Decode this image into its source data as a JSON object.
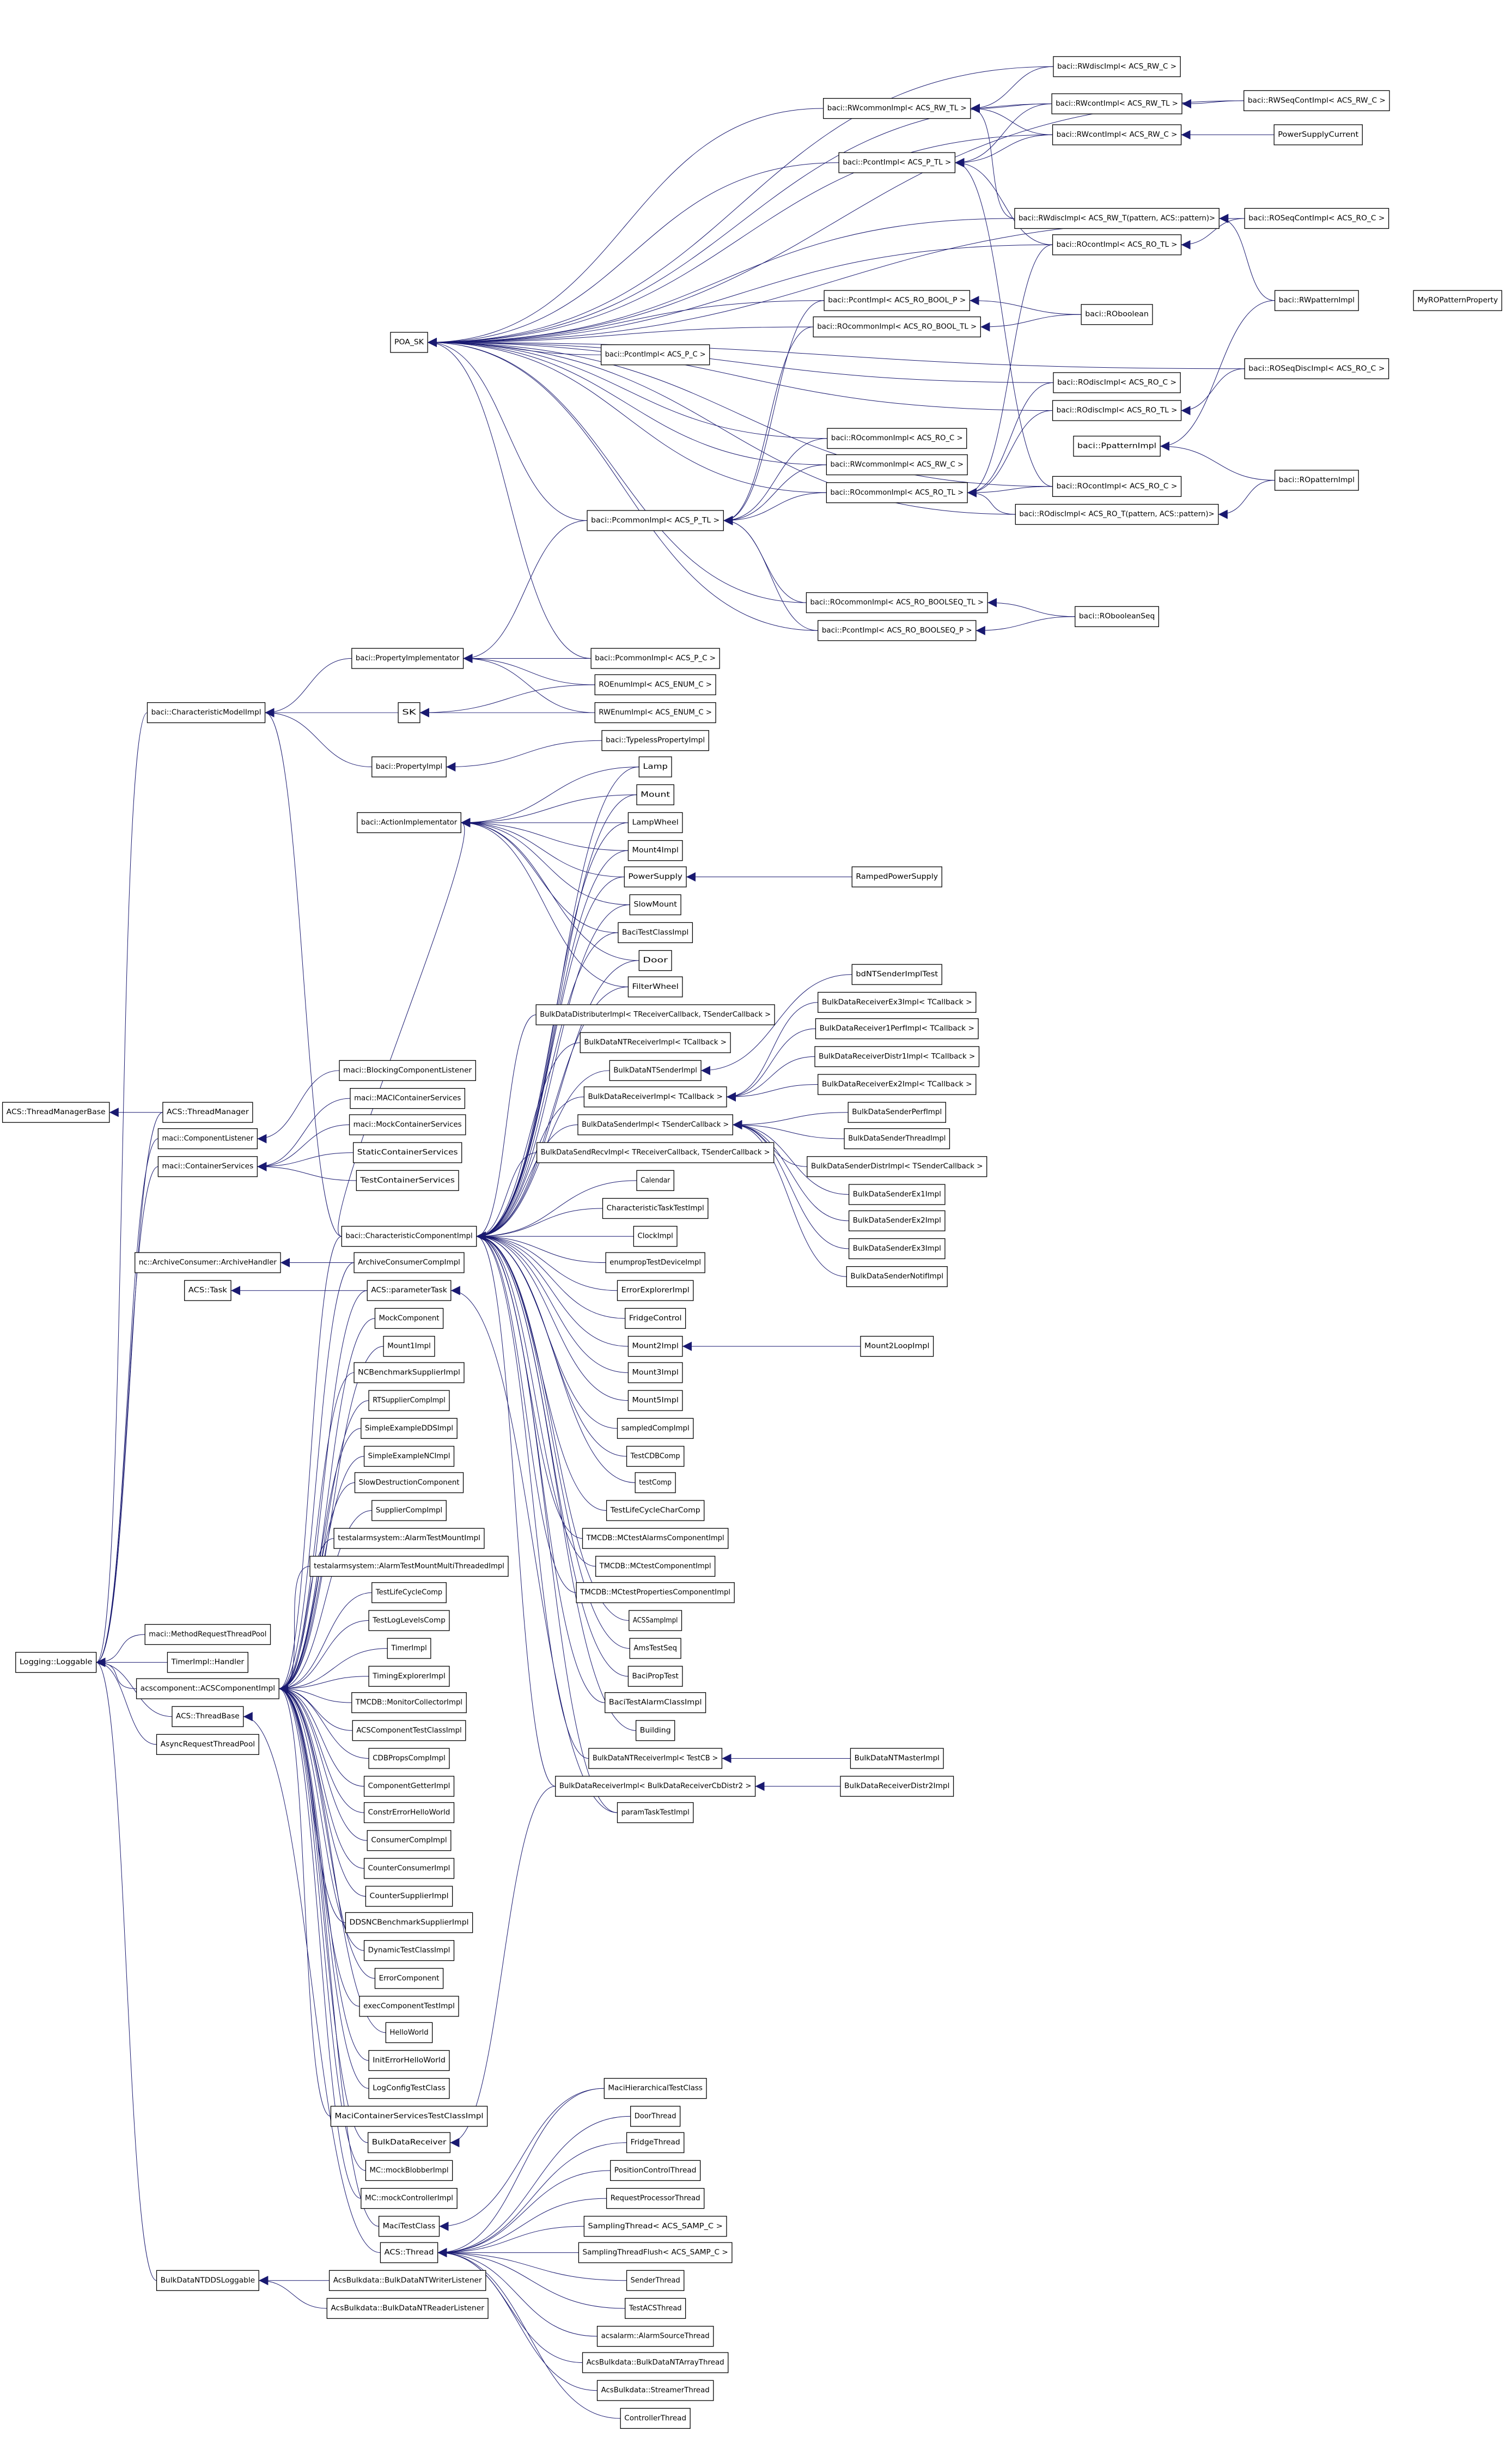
{
  "title": "Class inheritance graph",
  "colors": {
    "edge": "#191970",
    "node_border": "#000000",
    "node_fill": "#ffffff"
  },
  "nodes": [
    "POA_SK",
    "baci::RWdiscImpl< ACS_RW_C >",
    "baci::RWcommonImpl< ACS_RW_TL >",
    "baci::RWcontImpl< ACS_RW_TL >",
    "baci::RWSeqContImpl< ACS_RW_C >",
    "baci::RWcontImpl< ACS_RW_C >",
    "PowerSupplyCurrent",
    "baci::PcontImpl< ACS_P_TL >",
    "baci::RWdiscImpl< ACS_RW_T(pattern, ACS::pattern)>",
    "baci::ROSeqContImpl< ACS_RO_C >",
    "baci::ROcontImpl< ACS_RO_TL >",
    "baci::PcontImpl< ACS_RO_BOOL_P >",
    "baci::ROboolean",
    "baci::ROcommonImpl< ACS_RO_BOOL_TL >",
    "baci::RWpatternImpl",
    "MyROPatternProperty",
    "baci::PcontImpl< ACS_P_C >",
    "baci::ROdiscImpl< ACS_RO_C >",
    "baci::ROSeqDiscImpl< ACS_RO_C >",
    "baci::ROdiscImpl< ACS_RO_TL >",
    "baci::ROcommonImpl< ACS_RO_C >",
    "baci::PpatternImpl",
    "baci::RWcommonImpl< ACS_RW_C >",
    "baci::ROcommonImpl< ACS_RO_TL >",
    "baci::ROcontImpl< ACS_RO_C >",
    "baci::ROpatternImpl",
    "baci::ROdiscImpl< ACS_RO_T(pattern, ACS::pattern)>",
    "baci::PcommonImpl< ACS_P_TL >",
    "baci::ROcommonImpl< ACS_RO_BOOLSEQ_TL >",
    "baci::RObooleanSeq",
    "baci::PcontImpl< ACS_RO_BOOLSEQ_P >",
    "baci::PropertyImplementator",
    "baci::PcommonImpl< ACS_P_C >",
    "baci::CharacteristicModelImpl",
    "ROEnumImpl< ACS_ENUM_C >",
    "SK",
    "RWEnumImpl< ACS_ENUM_C >",
    "baci::PropertyImpl",
    "baci::TypelessPropertyImpl",
    "baci::ActionImplementator",
    "Lamp",
    "Mount",
    "LampWheel",
    "Mount4Impl",
    "PowerSupply",
    "RampedPowerSupply",
    "SlowMount",
    "BaciTestClassImpl",
    "Door",
    "FilterWheel",
    "BulkDataDistributerImpl< TReceiverCallback, TSenderCallback >",
    "BulkDataNTReceiverImpl< TCallback >",
    "BulkDataNTSenderImpl",
    "BulkDataReceiverImpl< TCallback >",
    "BulkDataSenderImpl< TSenderCallback >",
    "BulkDataSendRecvImpl< TReceiverCallback, TSenderCallback >",
    "bdNTSenderImplTest",
    "BulkDataReceiverEx3Impl< TCallback >",
    "BulkDataReceiver1PerfImpl< TCallback >",
    "BulkDataReceiverDistr1Impl< TCallback >",
    "BulkDataReceiverEx2Impl< TCallback >",
    "BulkDataSenderPerfImpl",
    "BulkDataSenderThreadImpl",
    "BulkDataSenderDistrImpl< TSenderCallback >",
    "BulkDataSenderEx1Impl",
    "BulkDataSenderEx2Impl",
    "BulkDataSenderEx3Impl",
    "BulkDataSenderNotifImpl",
    "Calendar",
    "CharacteristicTaskTestImpl",
    "ClockImpl",
    "enumpropTestDeviceImpl",
    "ErrorExplorerImpl",
    "FridgeControl",
    "Mount2Impl",
    "Mount2LoopImpl",
    "Mount3Impl",
    "Mount5Impl",
    "sampledCompImpl",
    "TestCDBComp",
    "testComp",
    "TestLifeCycleCharComp",
    "TMCDB::MCtestAlarmsComponentImpl",
    "TMCDB::MCtestComponentImpl",
    "TMCDB::MCtestPropertiesComponentImpl",
    "ACSSampImpl",
    "AmsTestSeq",
    "BaciPropTest",
    "BaciTestAlarmClassImpl",
    "Building",
    "BulkDataNTReceiverImpl< TestCB >",
    "BulkDataNTMasterImpl",
    "BulkDataReceiverImpl< BulkDataReceiverCbDistr2 >",
    "BulkDataReceiverDistr2Impl",
    "paramTaskTestImpl",
    "ACS::ThreadManagerBase",
    "ACS::ThreadManager",
    "maci::ComponentListener",
    "maci::ContainerServices",
    "maci::BlockingComponentListener",
    "maci::MACIContainerServices",
    "maci::MockContainerServices",
    "StaticContainerServices",
    "TestContainerServices",
    "nc::ArchiveConsumer::ArchiveHandler",
    "ACS::Task",
    "baci::CharacteristicComponentImpl",
    "ArchiveConsumerCompImpl",
    "ACS::parameterTask",
    "MockComponent",
    "Mount1Impl",
    "NCBenchmarkSupplierImpl",
    "RTSupplierCompImpl",
    "SimpleExampleDDSImpl",
    "SimpleExampleNCImpl",
    "SlowDestructionComponent",
    "SupplierCompImpl",
    "testalarmsystem::AlarmTestMountImpl",
    "testalarmsystem::AlarmTestMountMultiThreadedImpl",
    "TestLifeCycleComp",
    "TestLogLevelsComp",
    "TimerImpl",
    "TimingExplorerImpl",
    "TMCDB::MonitorCollectorImpl",
    "ACSComponentTestClassImpl",
    "CDBPropsCompImpl",
    "ComponentGetterImpl",
    "ConstrErrorHelloWorld",
    "ConsumerCompImpl",
    "CounterConsumerImpl",
    "CounterSupplierImpl",
    "DDSNCBenchmarkSupplierImpl",
    "DynamicTestClassImpl",
    "ErrorComponent",
    "execComponentTestImpl",
    "HelloWorld",
    "InitErrorHelloWorld",
    "LogConfigTestClass",
    "MaciContainerServicesTestClassImpl",
    "BulkDataReceiver",
    "MC::mockBlobberImpl",
    "MC::mockControllerImpl",
    "MaciTestClass",
    "ACS::Thread",
    "Logging::Loggable",
    "maci::MethodRequestThreadPool",
    "TimerImpl::Handler",
    "acscomponent::ACSComponentImpl",
    "ACS::ThreadBase",
    "AsyncRequestThreadPool",
    "BulkDataNTDDSLoggable",
    "AcsBulkdata::BulkDataNTWriterListener",
    "AcsBulkdata::BulkDataNTReaderListener",
    "MaciHierarchicalTestClass",
    "DoorThread",
    "FridgeThread",
    "PositionControlThread",
    "RequestProcessorThread",
    "SamplingThread< ACS_SAMP_C >",
    "SamplingThreadFlush< ACS_SAMP_C >",
    "SenderThread",
    "TestACSThread",
    "acsalarm::AlarmSourceThread",
    "AcsBulkdata::BulkDataNTArrayThread",
    "AcsBulkdata::StreamerThread",
    "ControllerThread"
  ],
  "edges": [
    [
      0,
      1
    ],
    [
      0,
      2
    ],
    [
      0,
      3
    ],
    [
      0,
      4
    ],
    [
      0,
      5
    ],
    [
      0,
      7
    ],
    [
      0,
      8
    ],
    [
      0,
      10
    ],
    [
      0,
      11
    ],
    [
      0,
      13
    ],
    [
      0,
      16
    ],
    [
      0,
      17
    ],
    [
      0,
      18
    ],
    [
      0,
      19
    ],
    [
      0,
      20
    ],
    [
      0,
      22
    ],
    [
      0,
      23
    ],
    [
      0,
      24
    ],
    [
      0,
      26
    ],
    [
      0,
      27
    ],
    [
      0,
      28
    ],
    [
      0,
      30
    ],
    [
      0,
      32
    ],
    [
      0,
      9
    ],
    [
      2,
      1
    ],
    [
      2,
      3
    ],
    [
      2,
      5
    ],
    [
      2,
      8
    ],
    [
      3,
      4
    ],
    [
      5,
      6
    ],
    [
      7,
      3
    ],
    [
      7,
      5
    ],
    [
      7,
      10
    ],
    [
      7,
      24
    ],
    [
      10,
      9
    ],
    [
      8,
      14
    ],
    [
      11,
      12
    ],
    [
      13,
      12
    ],
    [
      19,
      18
    ],
    [
      21,
      14
    ],
    [
      21,
      25
    ],
    [
      26,
      25
    ],
    [
      23,
      17
    ],
    [
      23,
      19
    ],
    [
      23,
      24
    ],
    [
      23,
      26
    ],
    [
      23,
      10
    ],
    [
      27,
      13
    ],
    [
      27,
      20
    ],
    [
      27,
      22
    ],
    [
      27,
      23
    ],
    [
      27,
      28
    ],
    [
      27,
      11
    ],
    [
      27,
      30
    ],
    [
      28,
      29
    ],
    [
      30,
      29
    ],
    [
      31,
      32
    ],
    [
      31,
      34
    ],
    [
      31,
      36
    ],
    [
      31,
      27
    ],
    [
      33,
      31
    ],
    [
      33,
      35
    ],
    [
      33,
      37
    ],
    [
      33,
      106
    ],
    [
      35,
      34
    ],
    [
      35,
      36
    ],
    [
      37,
      38
    ],
    [
      39,
      40
    ],
    [
      39,
      41
    ],
    [
      39,
      42
    ],
    [
      39,
      43
    ],
    [
      39,
      44
    ],
    [
      39,
      46
    ],
    [
      39,
      47
    ],
    [
      39,
      48
    ],
    [
      39,
      49
    ],
    [
      39,
      106
    ],
    [
      44,
      45
    ],
    [
      106,
      40
    ],
    [
      106,
      41
    ],
    [
      106,
      42
    ],
    [
      106,
      43
    ],
    [
      106,
      44
    ],
    [
      106,
      46
    ],
    [
      106,
      47
    ],
    [
      106,
      48
    ],
    [
      106,
      49
    ],
    [
      106,
      50
    ],
    [
      106,
      51
    ],
    [
      106,
      52
    ],
    [
      106,
      53
    ],
    [
      106,
      54
    ],
    [
      106,
      55
    ],
    [
      52,
      56
    ],
    [
      53,
      57
    ],
    [
      53,
      58
    ],
    [
      53,
      59
    ],
    [
      53,
      60
    ],
    [
      54,
      61
    ],
    [
      54,
      62
    ],
    [
      54,
      63
    ],
    [
      54,
      64
    ],
    [
      54,
      65
    ],
    [
      54,
      66
    ],
    [
      54,
      67
    ],
    [
      106,
      68
    ],
    [
      106,
      69
    ],
    [
      106,
      70
    ],
    [
      106,
      71
    ],
    [
      106,
      72
    ],
    [
      106,
      73
    ],
    [
      106,
      74
    ],
    [
      106,
      76
    ],
    [
      106,
      77
    ],
    [
      106,
      78
    ],
    [
      106,
      79
    ],
    [
      106,
      80
    ],
    [
      106,
      81
    ],
    [
      106,
      82
    ],
    [
      106,
      83
    ],
    [
      106,
      84
    ],
    [
      106,
      85
    ],
    [
      106,
      86
    ],
    [
      106,
      87
    ],
    [
      106,
      88
    ],
    [
      106,
      89
    ],
    [
      106,
      90
    ],
    [
      106,
      92
    ],
    [
      106,
      94
    ],
    [
      74,
      75
    ],
    [
      90,
      91
    ],
    [
      92,
      93
    ],
    [
      108,
      94
    ],
    [
      139,
      92
    ],
    [
      95,
      96
    ],
    [
      97,
      99
    ],
    [
      98,
      100
    ],
    [
      98,
      101
    ],
    [
      98,
      102
    ],
    [
      98,
      103
    ],
    [
      104,
      107
    ],
    [
      105,
      108
    ],
    [
      147,
      106
    ],
    [
      147,
      107
    ],
    [
      147,
      108
    ],
    [
      147,
      109
    ],
    [
      147,
      110
    ],
    [
      147,
      111
    ],
    [
      147,
      112
    ],
    [
      147,
      113
    ],
    [
      147,
      114
    ],
    [
      147,
      115
    ],
    [
      147,
      116
    ],
    [
      147,
      117
    ],
    [
      147,
      118
    ],
    [
      147,
      119
    ],
    [
      147,
      120
    ],
    [
      147,
      121
    ],
    [
      147,
      122
    ],
    [
      147,
      123
    ],
    [
      147,
      124
    ],
    [
      147,
      125
    ],
    [
      147,
      126
    ],
    [
      147,
      127
    ],
    [
      147,
      128
    ],
    [
      147,
      129
    ],
    [
      147,
      130
    ],
    [
      147,
      131
    ],
    [
      147,
      132
    ],
    [
      147,
      133
    ],
    [
      147,
      134
    ],
    [
      147,
      135
    ],
    [
      147,
      136
    ],
    [
      147,
      137
    ],
    [
      147,
      138
    ],
    [
      147,
      139
    ],
    [
      147,
      140
    ],
    [
      147,
      141
    ],
    [
      147,
      142
    ],
    [
      142,
      153
    ],
    [
      143,
      153
    ],
    [
      143,
      154
    ],
    [
      143,
      155
    ],
    [
      143,
      156
    ],
    [
      143,
      157
    ],
    [
      143,
      158
    ],
    [
      143,
      159
    ],
    [
      143,
      160
    ],
    [
      143,
      161
    ],
    [
      143,
      162
    ],
    [
      143,
      163
    ],
    [
      143,
      164
    ],
    [
      143,
      165
    ],
    [
      148,
      143
    ],
    [
      144,
      33
    ],
    [
      144,
      96
    ],
    [
      144,
      97
    ],
    [
      144,
      98
    ],
    [
      144,
      145
    ],
    [
      144,
      146
    ],
    [
      144,
      147
    ],
    [
      144,
      148
    ],
    [
      144,
      149
    ],
    [
      144,
      150
    ],
    [
      150,
      151
    ],
    [
      150,
      152
    ]
  ]
}
